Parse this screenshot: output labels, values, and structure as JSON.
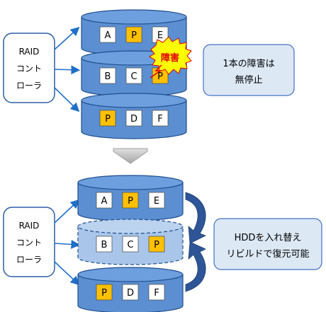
{
  "top": {
    "controller_label_lines": [
      "RAID",
      "コント",
      "ローラ"
    ],
    "disks": [
      {
        "blocks": [
          "A",
          "P",
          "E"
        ],
        "parity_index": 1
      },
      {
        "blocks": [
          "B",
          "C",
          "P"
        ],
        "parity_index": 2,
        "failed": true
      },
      {
        "blocks": [
          "P",
          "D",
          "F"
        ],
        "parity_index": 0
      }
    ],
    "failure_badge": "障害",
    "callout_lines": [
      "1本の障害は",
      "無停止"
    ]
  },
  "bottom": {
    "controller_label_lines": [
      "RAID",
      "コント",
      "ローラ"
    ],
    "disks": [
      {
        "blocks": [
          "A",
          "P",
          "E"
        ],
        "parity_index": 1
      },
      {
        "blocks": [
          "B",
          "C",
          "P"
        ],
        "parity_index": 2,
        "rebuilding": true
      },
      {
        "blocks": [
          "P",
          "D",
          "F"
        ],
        "parity_index": 0
      }
    ],
    "callout_lines": [
      "HDDを入れ替え",
      "リビルドで復元可能"
    ]
  },
  "colors": {
    "disk_fill": "#5b8fd1",
    "disk_top": "#6d9fdf",
    "disk_stroke": "#1f4e8c",
    "rebuild_fill": "#a9c6ea",
    "parity": "#ffc000",
    "data_block": "#ffffff",
    "callout_fill": "#dde8f5",
    "callout_stroke": "#4472c4",
    "arrow": "#1f6fc7",
    "curved_arrow": "#2e5597",
    "badge_fill": "#ffff00",
    "badge_text": "#e00000",
    "transition_arrow": "#bfbfbf"
  }
}
